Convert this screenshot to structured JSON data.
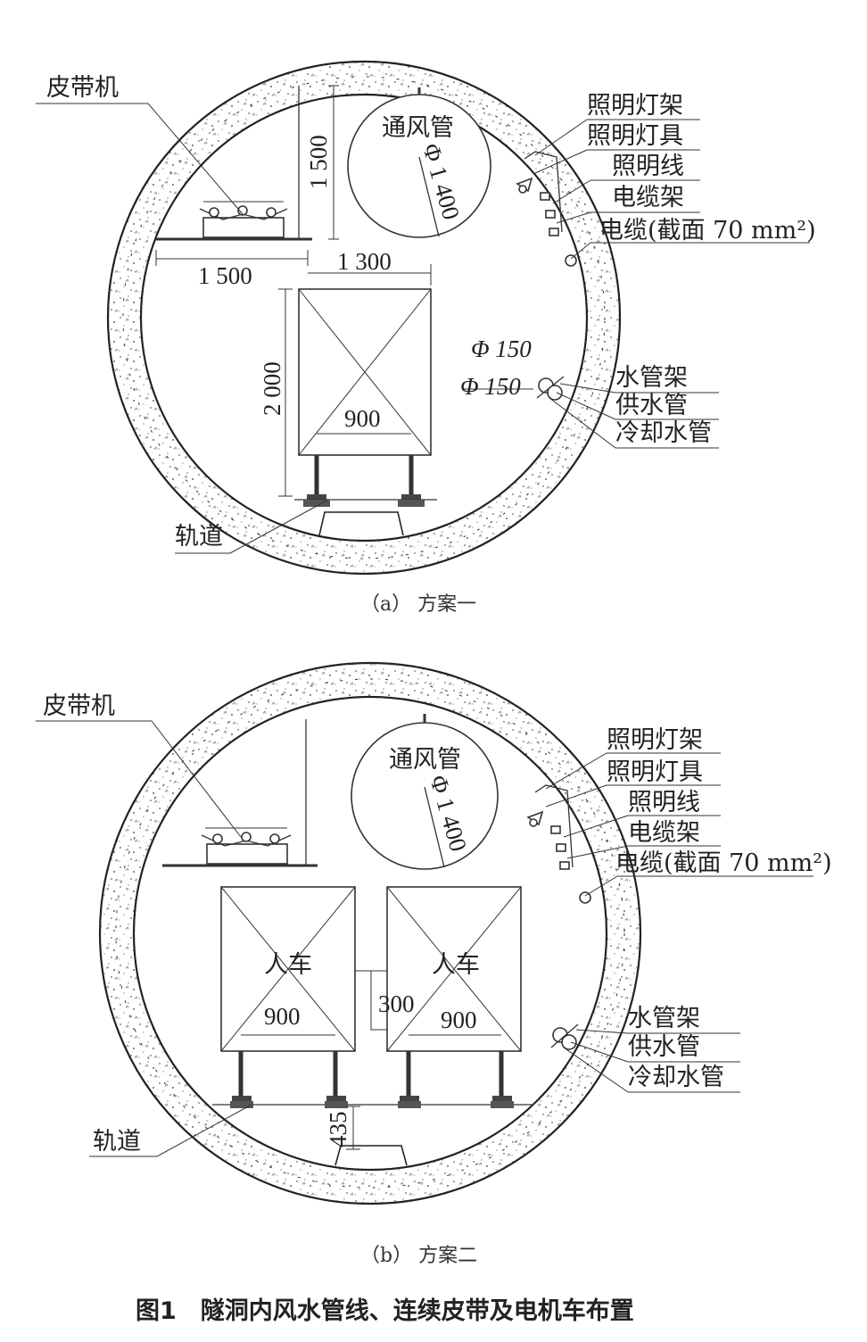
{
  "figure_title": "图1　隧洞内风水管线、连续皮带及电机车布置",
  "diagram_a": {
    "caption": "（a） 方案一",
    "labels": {
      "belt": "皮带机",
      "duct": "通风管",
      "duct_dia": "Φ 1 400",
      "light_rack": "照明灯架",
      "light_fixture": "照明灯具",
      "light_wire": "照明线",
      "cable_rack": "电缆架",
      "cable": "电缆(截面 70 mm²)",
      "pipe_dia_1": "Φ 150",
      "pipe_dia_2": "Φ 150",
      "pipe_rack": "水管架",
      "supply_pipe": "供水管",
      "cooling_pipe": "冷却水管",
      "rail": "轨道"
    },
    "dims": {
      "belt_height": "1 500",
      "belt_width": "1 500",
      "car_width_top": "1 300",
      "car_height": "2 000",
      "gauge": "900"
    }
  },
  "diagram_b": {
    "caption": "（b） 方案二",
    "labels": {
      "belt": "皮带机",
      "duct": "通风管",
      "duct_dia": "Φ 1 400",
      "light_rack": "照明灯架",
      "light_fixture": "照明灯具",
      "light_wire": "照明线",
      "cable_rack": "电缆架",
      "cable": "电缆(截面 70 mm²)",
      "car_left": "人车",
      "car_right": "人车",
      "pipe_rack": "水管架",
      "supply_pipe": "供水管",
      "cooling_pipe": "冷却水管",
      "rail": "轨道"
    },
    "dims": {
      "gauge_left": "900",
      "gauge_right": "900",
      "car_gap": "300",
      "rail_height": "435"
    }
  }
}
